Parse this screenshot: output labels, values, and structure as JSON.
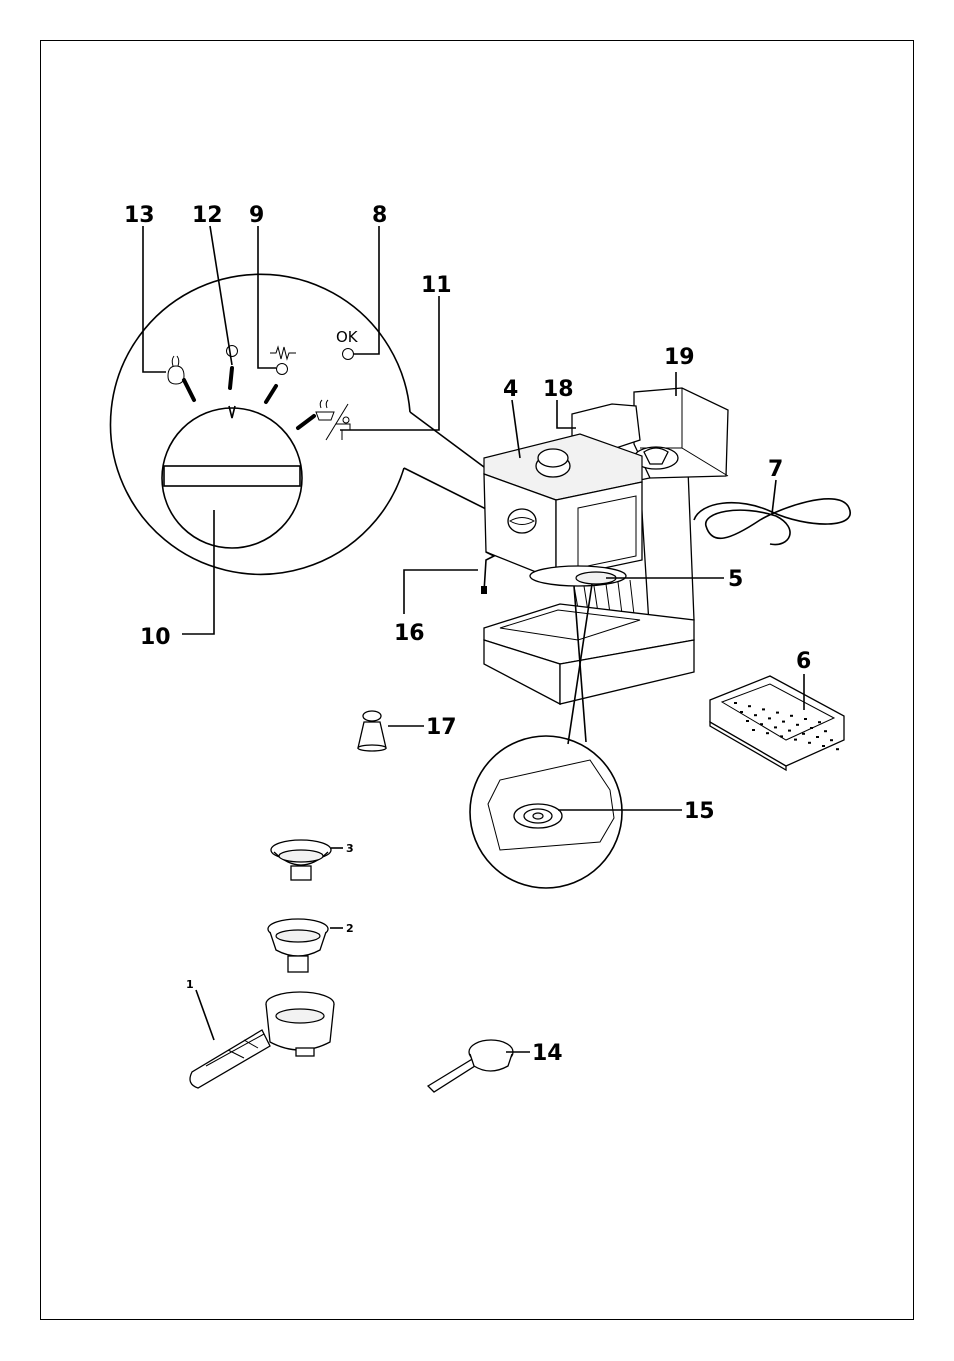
{
  "labels": {
    "l1": "1",
    "l2": "2",
    "l3": "3",
    "l4": "4",
    "l5": "5",
    "l6": "6",
    "l7": "7",
    "l8": "8",
    "l9": "9",
    "l10": "10",
    "l11": "11",
    "l12": "12",
    "l13": "13",
    "l14": "14",
    "l15": "15",
    "l16": "16",
    "l17": "17",
    "l18": "18",
    "l19": "19"
  },
  "panel": {
    "ok_text": "OK"
  },
  "icons": [
    "steam-icon",
    "power-icon",
    "heater-icon",
    "ok-light-icon",
    "coffee-cup-icon",
    "tap-icon"
  ]
}
